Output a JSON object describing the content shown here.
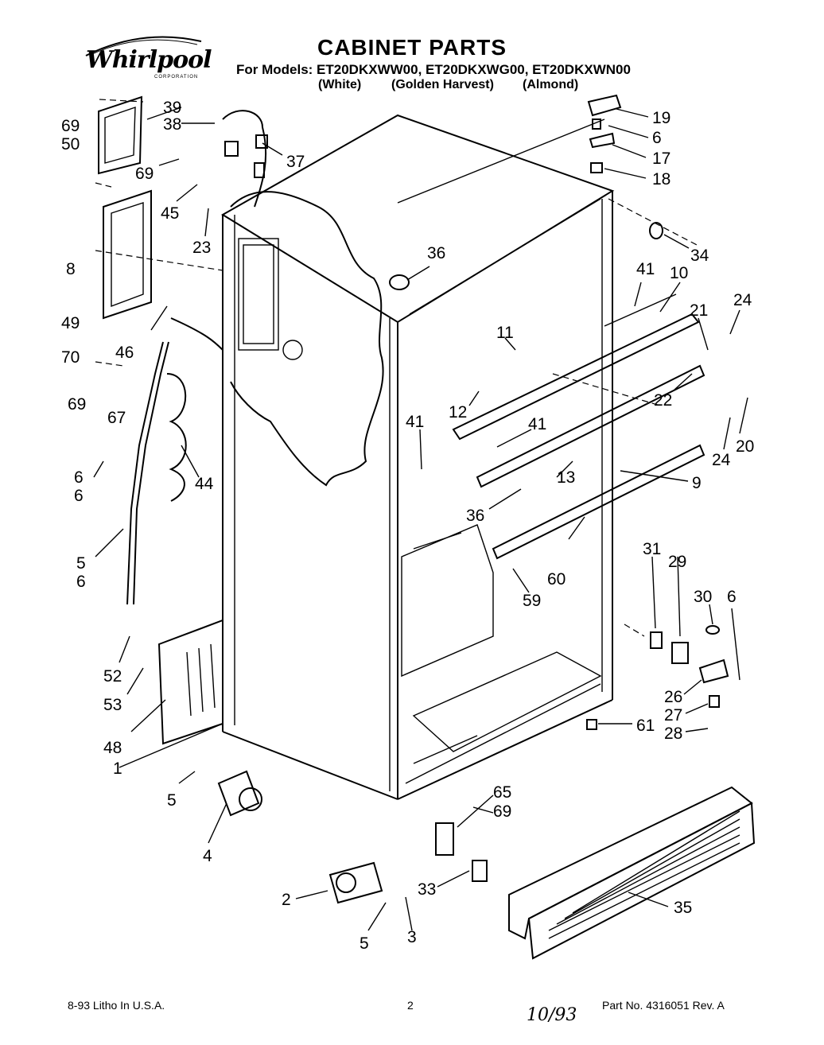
{
  "logo": {
    "wordmark": "Whirlpool",
    "corp": "CORPORATION"
  },
  "title": "CABINET PARTS",
  "models_line": "For Models: ET20DKXWW00, ET20DKXWG00, ET20DKXWN00",
  "colors": {
    "white": "(White)",
    "golden": "(Golden Harvest)",
    "almond": "(Almond)"
  },
  "callouts": [
    "69",
    "50",
    "39",
    "38",
    "37",
    "19",
    "6",
    "17",
    "18",
    "34",
    "8",
    "69",
    "45",
    "23",
    "36",
    "41",
    "10",
    "24",
    "21",
    "11",
    "49",
    "70",
    "46",
    "12",
    "22",
    "20",
    "69",
    "67",
    "41",
    "41",
    "13",
    "9",
    "24",
    "6",
    "6",
    "44",
    "36",
    "60",
    "59",
    "5",
    "6",
    "31",
    "29",
    "30",
    "6",
    "52",
    "53",
    "26",
    "27",
    "28",
    "48",
    "61",
    "1",
    "5",
    "65",
    "69",
    "4",
    "2",
    "33",
    "3",
    "5",
    "35"
  ],
  "footer": {
    "litho": "8-93 Litho In U.S.A.",
    "page": "2",
    "part_no": "Part No. 4316051 Rev. A"
  },
  "handwritten": "10/93"
}
